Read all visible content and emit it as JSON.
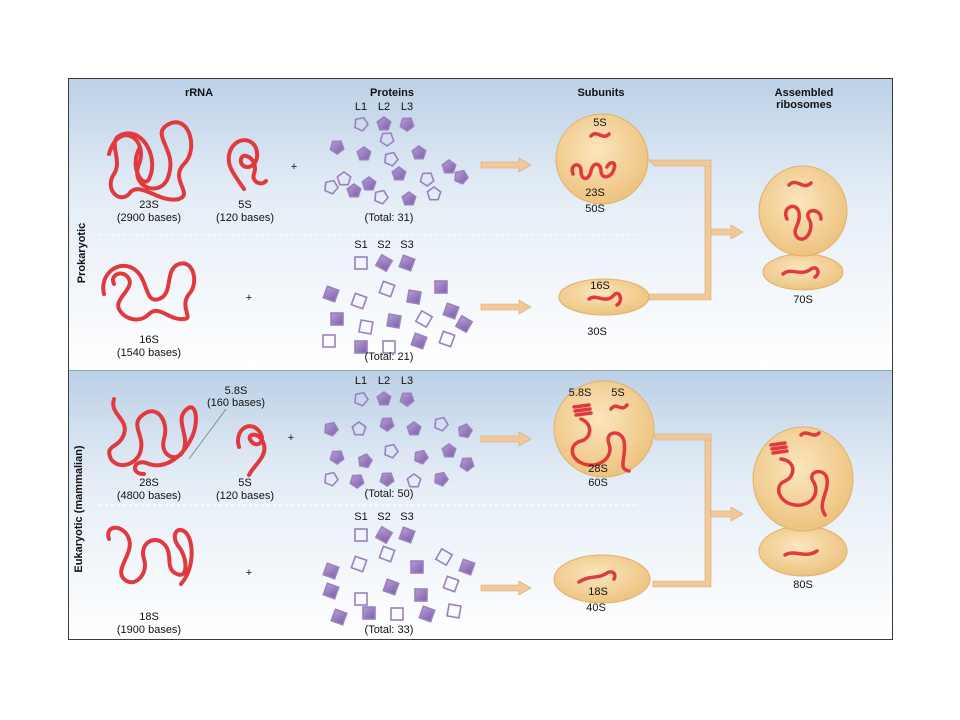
{
  "headers": {
    "rrna": "rRNA",
    "proteins": "Proteins",
    "subunits": "Subunits",
    "assembled_l1": "Assembled",
    "assembled_l2": "ribosomes"
  },
  "side_labels": {
    "prokaryotic": "Prokaryotic",
    "eukaryotic": "Eukaryotic (mammalian)"
  },
  "prokaryotic": {
    "large": {
      "rrna_name": "23S",
      "rrna_size": "(2900 bases)",
      "small_rrna_name": "5S",
      "small_rrna_size": "(120 bases)",
      "protein_labels": [
        "L1",
        "L2",
        "L3"
      ],
      "protein_total": "(Total: 31)",
      "subunit_inner_5": "5S",
      "subunit_inner_23": "23S",
      "subunit_name": "50S"
    },
    "small": {
      "rrna_name": "16S",
      "rrna_size": "(1540 bases)",
      "protein_labels": [
        "S1",
        "S2",
        "S3"
      ],
      "protein_total": "(Total: 21)",
      "subunit_inner": "16S",
      "subunit_name": "30S"
    },
    "ribosome": "70S"
  },
  "eukaryotic": {
    "large": {
      "rrna_name": "28S",
      "rrna_size": "(4800 bases)",
      "callout_name": "5.8S",
      "callout_size": "(160 bases)",
      "small_rrna_name": "5S",
      "small_rrna_size": "(120 bases)",
      "protein_labels": [
        "L1",
        "L2",
        "L3"
      ],
      "protein_total": "(Total: 50)",
      "subunit_inner_58": "5.8S",
      "subunit_inner_5": "5S",
      "subunit_inner_28": "28S",
      "subunit_name": "60S"
    },
    "small": {
      "rrna_name": "18S",
      "rrna_size": "(1900 bases)",
      "protein_labels": [
        "S1",
        "S2",
        "S3"
      ],
      "protein_total": "(Total: 33)",
      "subunit_inner": "18S",
      "subunit_name": "40S"
    },
    "ribosome": "80S"
  },
  "plus": "+",
  "colors": {
    "rrna": "#e0393e",
    "protein": "#9b7fc0",
    "subunit": "#f3cf8c",
    "arrow": "#f0c89a",
    "panel": "#c9d9ea"
  }
}
